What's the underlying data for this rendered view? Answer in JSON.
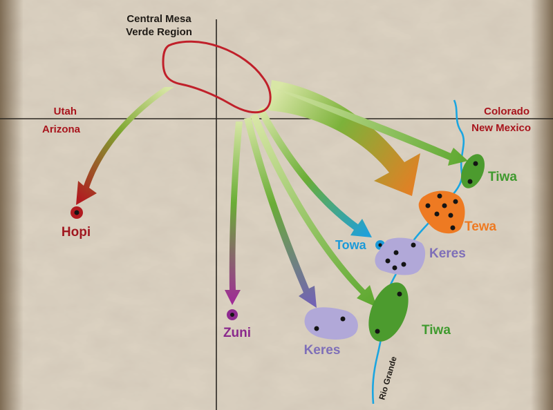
{
  "source_region": {
    "label_line1": "Central Mesa",
    "label_line2": "Verde Region",
    "color": "#c0202a"
  },
  "state_labels": {
    "utah": "Utah",
    "arizona": "Arizona",
    "colorado": "Colorado",
    "new_mexico": "New Mexico",
    "color": "#a8141c"
  },
  "river": {
    "label": "Rio Grande",
    "color": "#1aa5e0"
  },
  "groups": {
    "hopi": {
      "label": "Hopi",
      "color": "#a01820"
    },
    "zuni": {
      "label": "Zuni",
      "color": "#8a2a8c"
    },
    "keres_west": {
      "label": "Keres",
      "color": "#7e6fb8"
    },
    "tiwa_south": {
      "label": "Tiwa",
      "color": "#3f9a2e"
    },
    "towa": {
      "label": "Towa",
      "color": "#1c9ad8"
    },
    "keres_east": {
      "label": "Keres",
      "color": "#7e6fb8"
    },
    "tewa": {
      "label": "Tewa",
      "color": "#ee7a22"
    },
    "tiwa_north": {
      "label": "Tiwa",
      "color": "#3f9a2e"
    }
  }
}
